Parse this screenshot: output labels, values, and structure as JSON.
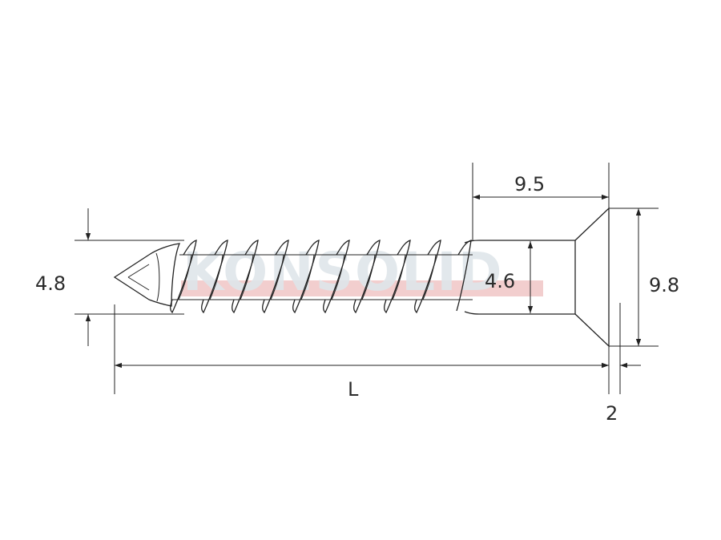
{
  "watermark": {
    "text": "KONSOLID",
    "fill": "#dfe6ea",
    "accent": "#e8a6a6"
  },
  "dimensions": {
    "thread_diameter": "4.8",
    "shank_diameter": "4.6",
    "head_length": "9.5",
    "head_diameter": "9.8",
    "length": "L",
    "head_thickness": "2"
  },
  "colors": {
    "line": "#222222",
    "text": "#2b2b2b"
  }
}
